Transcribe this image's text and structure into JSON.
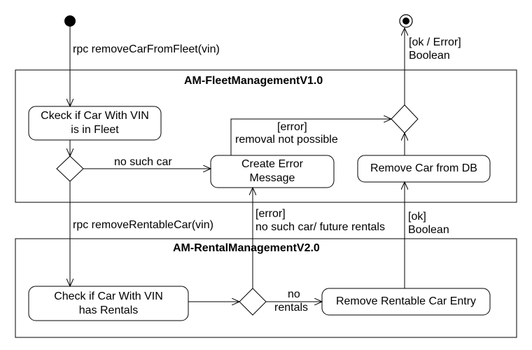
{
  "partitions": {
    "fleet": {
      "title": "AM-FleetManagementV1.0"
    },
    "rental": {
      "title": "AM-RentalManagementV2.0"
    }
  },
  "actions": {
    "check_fleet": {
      "line1": "Ckeck if Car With VIN",
      "line2": "is in Fleet"
    },
    "create_error": {
      "line1": "Create Error",
      "line2": "Message"
    },
    "remove_db": {
      "line1": "Remove Car from DB"
    },
    "check_rentals": {
      "line1": "Check if Car With VIN",
      "line2": "has Rentals"
    },
    "remove_rentable": {
      "line1": "Remove Rentable Car Entry"
    }
  },
  "edges": {
    "rpc_fleet": "rpc removeCarFromFleet(vin)",
    "final_guard": "[ok / Error]",
    "final_type": "Boolean",
    "error_removal_guard": "[error]",
    "error_removal_text": "removal not possible",
    "no_such_car": "no such car",
    "rpc_rental": "rpc removeRentableCar(vin)",
    "error_rental_guard": "[error]",
    "error_rental_text": "no such car/ future rentals",
    "ok_guard": "[ok]",
    "ok_type": "Boolean",
    "no_rentals_1": "no",
    "no_rentals_2": "rentals"
  }
}
